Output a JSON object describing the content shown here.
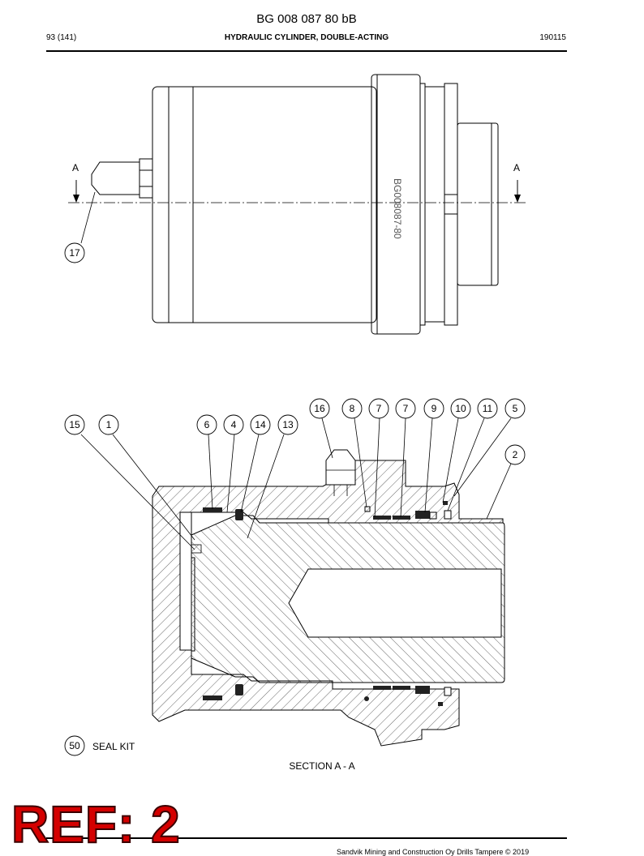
{
  "header": {
    "doc_number": "BG 008 087 80 bB",
    "page": "93 (141)",
    "title": "HYDRAULIC CYLINDER, DOUBLE-ACTING",
    "date_code": "190115"
  },
  "top_view": {
    "section_marker_left": "A",
    "section_marker_right": "A",
    "vertical_code": "BG008087-80",
    "callout": "17"
  },
  "section_view": {
    "callouts": [
      "15",
      "1",
      "6",
      "4",
      "14",
      "13",
      "16",
      "8",
      "7",
      "7",
      "9",
      "10",
      "11",
      "5",
      "2"
    ],
    "seal_kit_number": "50",
    "seal_kit_label": "SEAL KIT",
    "caption": "SECTION A - A"
  },
  "footer": {
    "copyright": "Sandvik Mining and Construction Oy Drills Tampere © 2019",
    "stamp": "REF: 2"
  },
  "colors": {
    "stamp_red": "#d40000",
    "line": "#000000"
  }
}
